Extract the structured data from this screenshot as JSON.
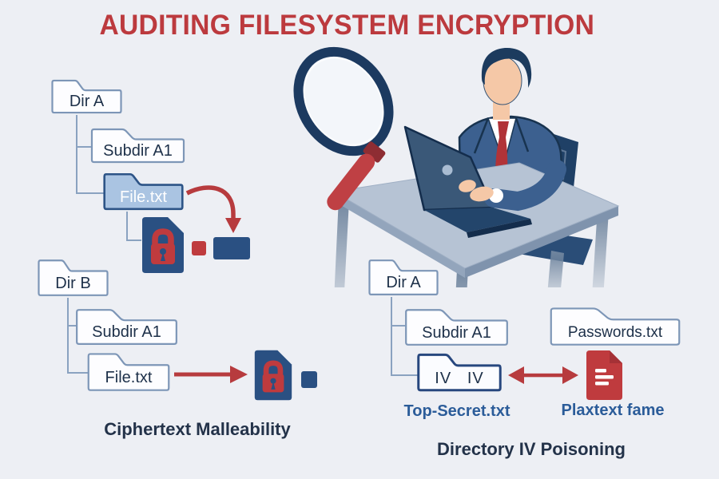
{
  "title": "AUDITING FILESYSTEM ENCRYPTION",
  "captions": {
    "left": "Ciphertext Malleability",
    "right": "Directory IV Poisoning"
  },
  "folders": {
    "a_root": "Dir A",
    "a_sub": "Subdir A1",
    "a_file": "File.txt",
    "b_root": "Dir B",
    "b_sub": "Subdir A1",
    "b_file": "File.txt",
    "r_root": "Dir A",
    "r_sub": "Subdir A1",
    "r_iv": "IV   IV",
    "passwords": "Passwords.txt"
  },
  "file_labels": {
    "top_secret": "Top-Secret.txt",
    "plaintext": "Plaxtext fame"
  },
  "icons": {
    "locked_file": "locked-file-icon",
    "encrypted_block_small": "small-red-block-icon",
    "ciphertext_block": "blue-block-icon",
    "plaintext_document": "red-document-icon",
    "magnifier": "magnifying-glass-icon",
    "arrows": "red-arrow-icons"
  },
  "colors": {
    "background": "#edeff4",
    "title_red": "#bc3a3e",
    "accent_red": "#b73b3e",
    "icon_navy": "#2a5082",
    "folder_border": "#7d96b7",
    "folder_highlight_fill": "#aac4e2",
    "folder_highlight_border": "#2d5487",
    "iv_folder_border": "#27477e",
    "label_blue": "#2b5c99",
    "caption_dark": "#233249",
    "connector": "#8aa2c0"
  }
}
